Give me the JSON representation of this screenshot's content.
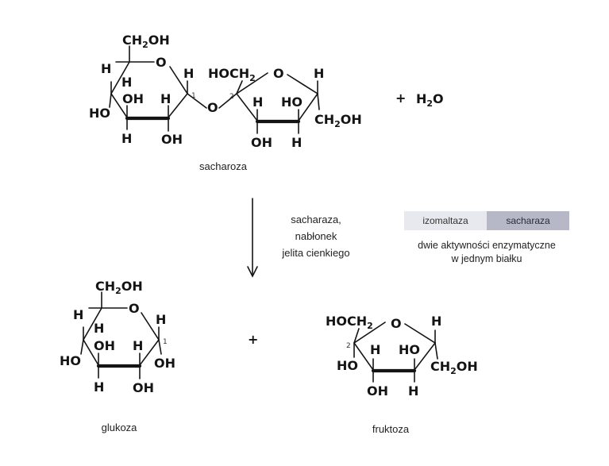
{
  "molecules": {
    "sucrose": {
      "name": "sacharoza"
    },
    "glucose": {
      "name": "glukoza"
    },
    "fructose": {
      "name": "fruktoza"
    }
  },
  "atoms": {
    "ch2": "CH",
    "sub2": "2",
    "oh": "OH",
    "ho": "HO",
    "h": "H",
    "o": "O",
    "hoch": "HOCH"
  },
  "carbon_numbers": {
    "c1": "1",
    "c2": "2"
  },
  "equation": {
    "plus": "+",
    "water_h": "H",
    "water_sub": "2",
    "water_o": "O"
  },
  "reaction_conditions": {
    "line1": "sacharaza,",
    "line2": "nabłonek",
    "line3": "jelita cienkiego"
  },
  "enzyme_complex": {
    "segments": [
      "izomaltaza",
      "sacharaza"
    ],
    "note_line1": "dwie aktywności enzymatyczne",
    "note_line2": "w jednym białku"
  },
  "colors": {
    "ink": "#141414",
    "segment_light": "#e7e9ef",
    "segment_dark": "#b6b8c8"
  }
}
